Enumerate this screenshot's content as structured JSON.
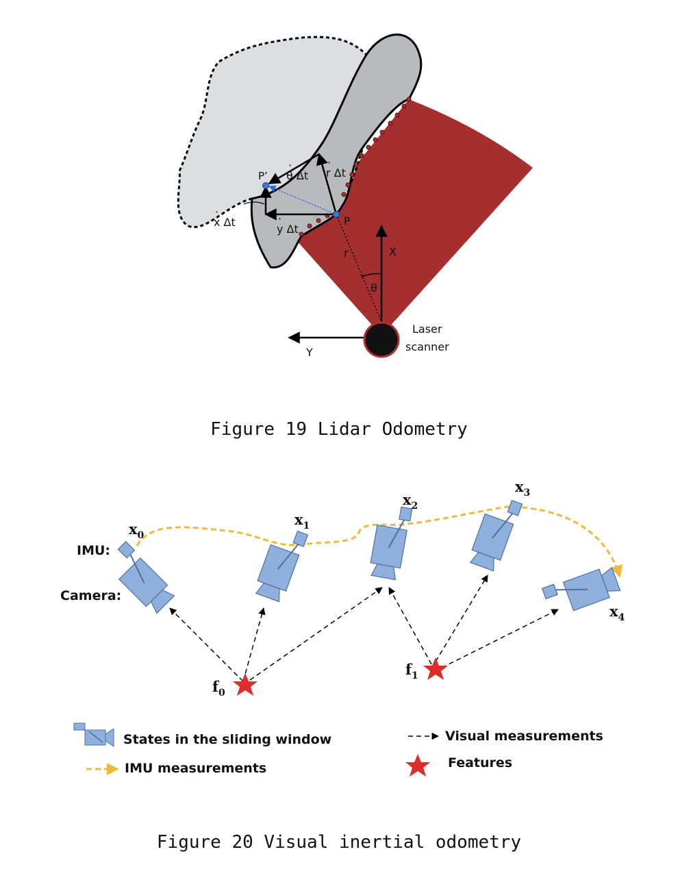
{
  "figure19": {
    "caption": "Figure 19 Lidar Odometry",
    "labels": {
      "p_prime": "P’",
      "p": "P",
      "theta_dt": "θ Δt",
      "r_dt": "r Δt",
      "x_dt": "x Δt",
      "y_dt": "y Δt",
      "r": "r",
      "theta": "θ",
      "axis_x": "X",
      "axis_y": "Y",
      "scanner_line1": "Laser",
      "scanner_line2": "scanner"
    },
    "colors": {
      "sector": "#a52f2f",
      "object_new": "#dddfe2",
      "object_old": "#b6b8bb",
      "point": "#3a7bd5"
    }
  },
  "figure20": {
    "caption": "Figure 20 Visual inertial odometry",
    "labels": {
      "imu": "IMU:",
      "camera": "Camera:",
      "x0": "x",
      "x0_sub": "0",
      "x1": "x",
      "x1_sub": "1",
      "x2": "x",
      "x2_sub": "2",
      "x3": "x",
      "x3_sub": "3",
      "x4": "x",
      "x4_sub": "4",
      "f0": "f",
      "f0_sub": "0",
      "f1": "f",
      "f1_sub": "1"
    },
    "legend": {
      "states": "States in the sliding window",
      "imu_meas": "IMU measurements",
      "visual_meas": "Visual measurements",
      "features": "Features"
    },
    "colors": {
      "camera": "#8fb0dc",
      "imu_path": "#f0b93a",
      "feature": "#e02b2b"
    }
  }
}
